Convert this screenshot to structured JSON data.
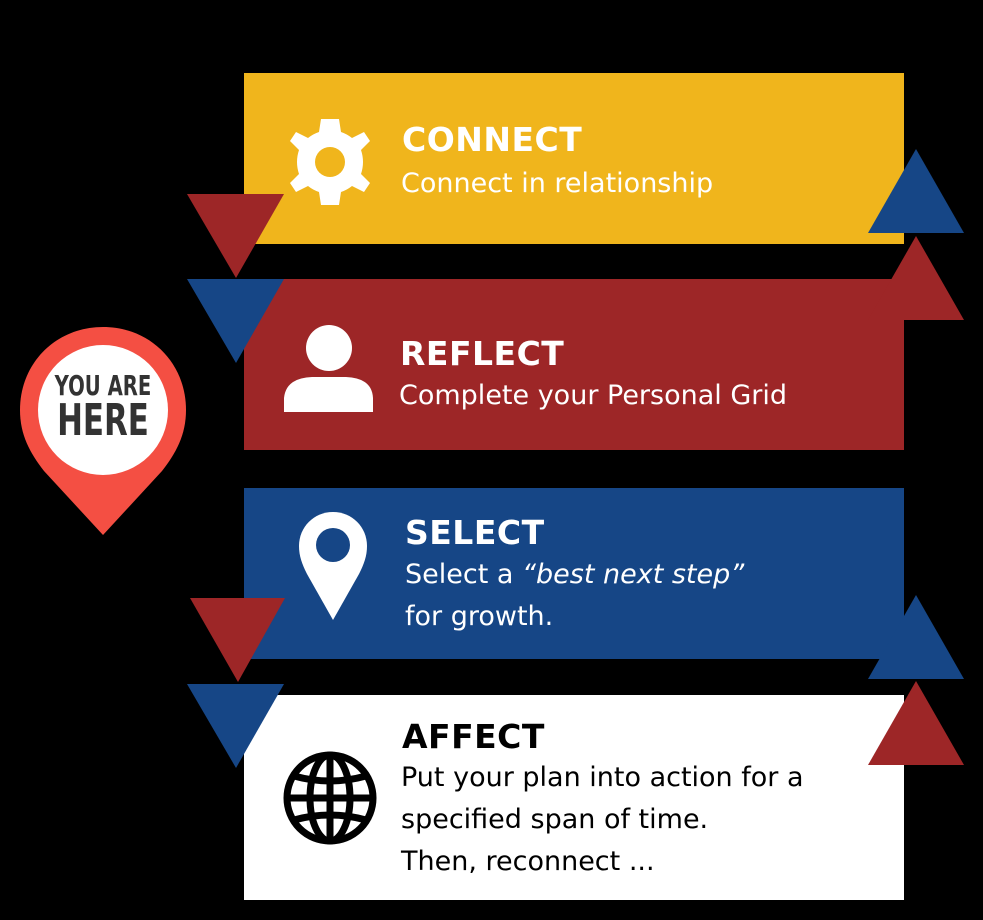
{
  "colors": {
    "background": "#000000",
    "connect": "#F0B51C",
    "reflect": "#9D2627",
    "select": "#164686",
    "affect": "#FFFFFF",
    "pin": "#F44F43",
    "pin_text": "#333333"
  },
  "pin": {
    "line1": "YOU ARE",
    "line2": "HERE"
  },
  "steps": [
    {
      "id": "connect",
      "icon": "gear-icon",
      "title": "CONNECT",
      "description": "Connect in relationship"
    },
    {
      "id": "reflect",
      "icon": "person-icon",
      "title": "REFLECT",
      "description": "Complete your Personal Grid"
    },
    {
      "id": "select",
      "icon": "map-pin-icon",
      "title": "SELECT",
      "description_prefix": "Select a ",
      "description_emphasis": "“best next step”",
      "description_line2": "for growth."
    },
    {
      "id": "affect",
      "icon": "globe-icon",
      "title": "AFFECT",
      "description_line1": "Put your plan into action for a",
      "description_line2": "specified span of time.",
      "description_line3": "Then, reconnect ..."
    }
  ]
}
